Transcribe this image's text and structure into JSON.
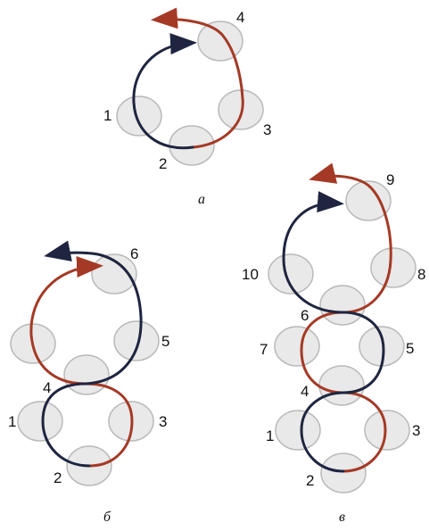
{
  "diagram": {
    "panels": [
      {
        "caption": "a",
        "bead_labels": [
          "1",
          "2",
          "3",
          "4"
        ]
      },
      {
        "caption": "б",
        "bead_labels": [
          "1",
          "2",
          "3",
          "4",
          "5",
          "6"
        ]
      },
      {
        "caption": "в",
        "bead_labels": [
          "1",
          "2",
          "3",
          "4",
          "5",
          "6",
          "7",
          "8",
          "9",
          "10"
        ]
      }
    ],
    "colors": {
      "thread_red": "#a43a26",
      "thread_dark": "#1f2540",
      "bead_fill": "#e9e9e9"
    }
  }
}
